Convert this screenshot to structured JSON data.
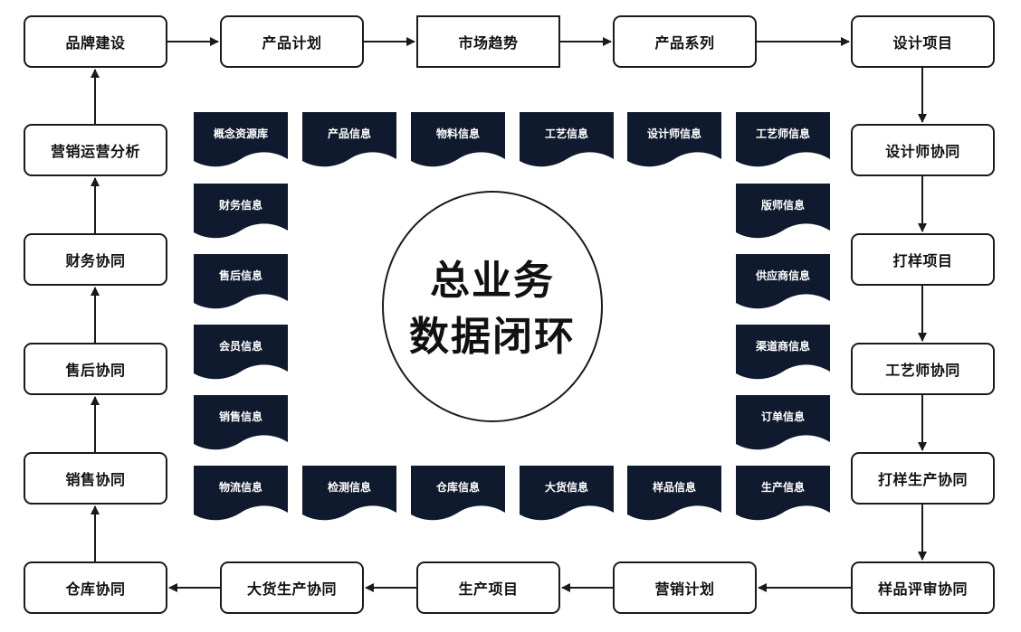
{
  "center": {
    "line1": "总业务",
    "line2": "数据闭环"
  },
  "process_boxes": [
    "品牌建设",
    "产品计划",
    "市场趋势",
    "产品系列",
    "设计项目",
    "设计师协同",
    "打样项目",
    "工艺师协同",
    "打样生产协同",
    "样品评审协同",
    "营销计划",
    "生产项目",
    "大货生产协同",
    "仓库协同",
    "销售协同",
    "售后协同",
    "财务协同",
    "营销运营分析"
  ],
  "data_docs": [
    "概念资源库",
    "产品信息",
    "物料信息",
    "工艺信息",
    "设计师信息",
    "工艺师信息",
    "财务信息",
    "售后信息",
    "会员信息",
    "销售信息",
    "版师信息",
    "供应商信息",
    "渠道商信息",
    "订单信息",
    "物流信息",
    "检测信息",
    "仓库信息",
    "大货信息",
    "样品信息",
    "生产信息"
  ],
  "colors": {
    "doc_fill": "#0f1a2e",
    "line": "#1a1a1a",
    "box_border": "#1a1a1a"
  }
}
